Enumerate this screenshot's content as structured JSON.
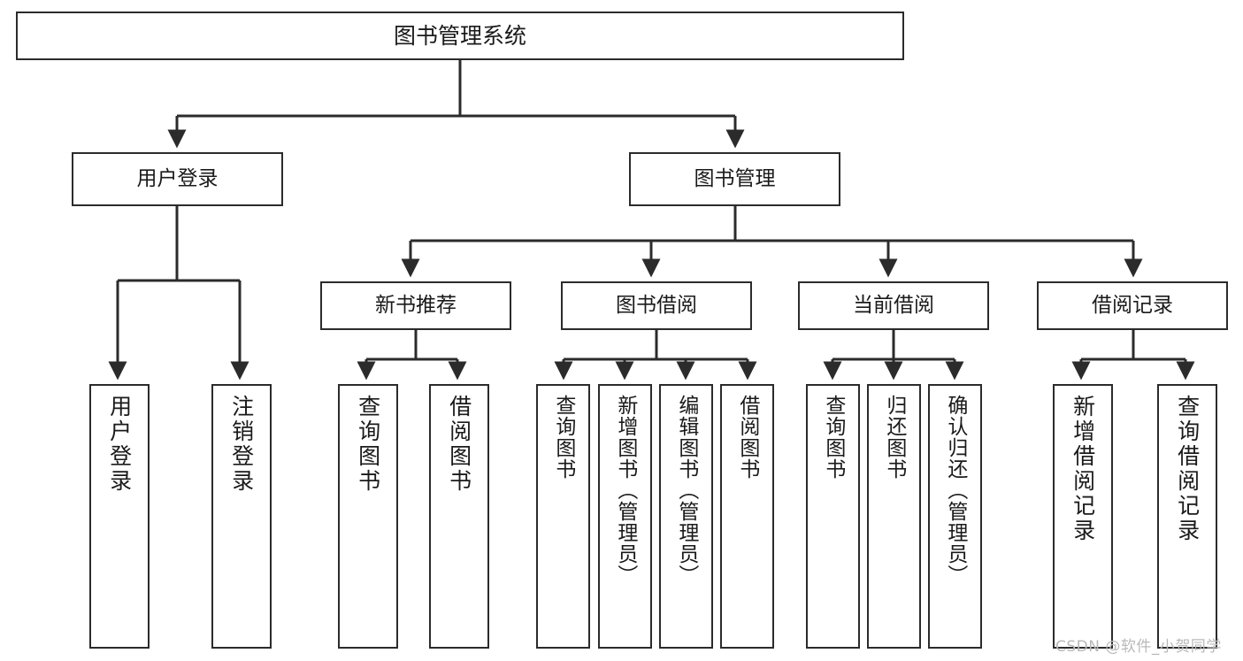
{
  "diagram": {
    "type": "tree-hierarchy",
    "title": "图书管理系统",
    "watermark": "CSDN @软件_小贺同学",
    "colors": {
      "background": "#ffffff",
      "border": "#2b2b2b",
      "text": "#1a1a1a",
      "edge": "#2b2b2b",
      "watermark": "#b9b9b9"
    },
    "root": {
      "label": "图书管理系统"
    },
    "level1": [
      {
        "id": "user-login",
        "label": "用户登录"
      },
      {
        "id": "book-manage",
        "label": "图书管理"
      }
    ],
    "level2": [
      {
        "id": "new-book-rec",
        "label": "新书推荐",
        "parent": "book-manage"
      },
      {
        "id": "book-borrow",
        "label": "图书借阅",
        "parent": "book-manage"
      },
      {
        "id": "current-borrow",
        "label": "当前借阅",
        "parent": "book-manage"
      },
      {
        "id": "borrow-record",
        "label": "借阅记录",
        "parent": "book-manage"
      }
    ],
    "leaves": [
      {
        "id": "leaf-user-login",
        "label": "用户登录",
        "parent": "user-login"
      },
      {
        "id": "leaf-user-logout",
        "label": "注销登录",
        "parent": "user-login"
      },
      {
        "id": "leaf-rec-query-book",
        "label": "查询图书",
        "parent": "new-book-rec"
      },
      {
        "id": "leaf-rec-borrow-book",
        "label": "借阅图书",
        "parent": "new-book-rec"
      },
      {
        "id": "leaf-borrow-query-book",
        "label": "查询图书",
        "parent": "book-borrow"
      },
      {
        "id": "leaf-borrow-add-book",
        "label": "新增图书（管理员）",
        "parent": "book-borrow"
      },
      {
        "id": "leaf-borrow-edit-book",
        "label": "编辑图书（管理员）",
        "parent": "book-borrow"
      },
      {
        "id": "leaf-borrow-borrow-book",
        "label": "借阅图书",
        "parent": "book-borrow"
      },
      {
        "id": "leaf-cur-query-book",
        "label": "查询图书",
        "parent": "current-borrow"
      },
      {
        "id": "leaf-cur-return-book",
        "label": "归还图书",
        "parent": "current-borrow"
      },
      {
        "id": "leaf-cur-confirm-return",
        "label": "确认归还（管理员）",
        "parent": "current-borrow"
      },
      {
        "id": "leaf-rec-add-record",
        "label": "新增借阅记录",
        "parent": "borrow-record"
      },
      {
        "id": "leaf-rec-query-record",
        "label": "查询借阅记录",
        "parent": "borrow-record"
      }
    ]
  }
}
